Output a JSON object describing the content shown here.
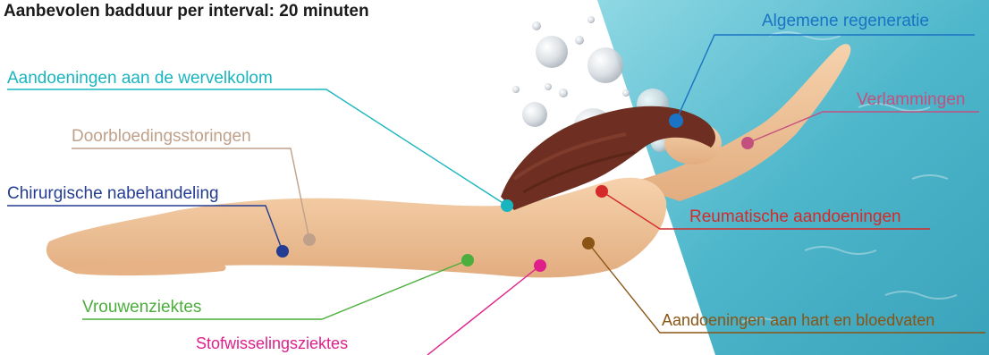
{
  "title": "Aanbevolen badduur per interval: 20 minuten",
  "colors": {
    "water": "#5fc3d4",
    "skin": "#f0c49a",
    "hair": "#6e2f22"
  },
  "callouts": [
    {
      "key": "algemene",
      "label": "Algemene regeneratie",
      "color": "#1a73c4"
    },
    {
      "key": "wervelkolom",
      "label": "Aandoeningen aan de wervelkolom",
      "color": "#19b5bf"
    },
    {
      "key": "verlammingen",
      "label": "Verlammingen",
      "color": "#c4507f"
    },
    {
      "key": "doorbloeding",
      "label": "Doorbloedingsstoringen",
      "color": "#bfa18a"
    },
    {
      "key": "chirurgisch",
      "label": "Chirurgische nabehandeling",
      "color": "#243c93"
    },
    {
      "key": "reumatisch",
      "label": "Reumatische aandoeningen",
      "color": "#d42a2a"
    },
    {
      "key": "vrouwen",
      "label": "Vrouwenziektes",
      "color": "#4cae3c"
    },
    {
      "key": "hart",
      "label": "Aandoeningen aan hart en bloedvaten",
      "color": "#8a5414"
    },
    {
      "key": "stofwisseling",
      "label": "Stofwisselingsziektes",
      "color": "#e0208a"
    }
  ]
}
